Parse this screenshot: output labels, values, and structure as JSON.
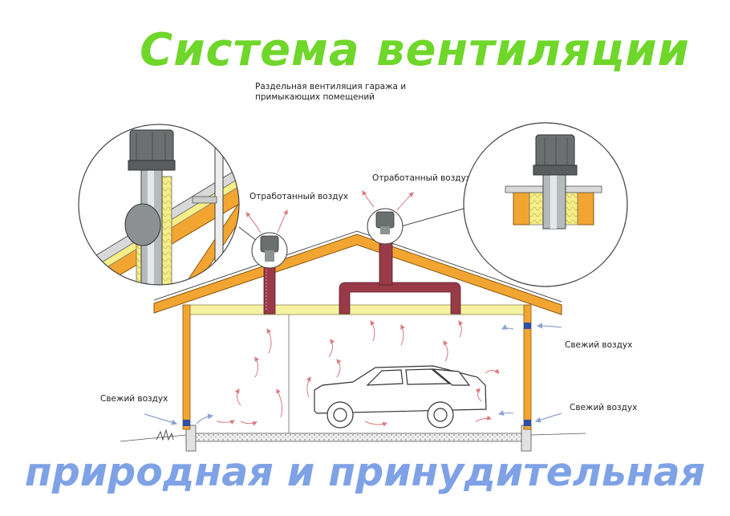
{
  "title": "Система вентиляции",
  "subtitle": "природная и принудительная",
  "caption_line1": "Раздельная вентиляция гаража и",
  "caption_line2": "примыкающих помещений",
  "exhaust_left": "Отработанный воздух",
  "exhaust_right": "Отработанный воздух",
  "fresh_left": "Свежий воздух",
  "fresh_right_upper": "Свежий воздух",
  "fresh_right_lower": "Свежий воздух",
  "colors": {
    "title_green": "#6FD62A",
    "subtitle_blue": "#7FA2E6",
    "timber": "#F3A532",
    "pipe": "#9A3A48",
    "vent_cap": "#6B6F70",
    "arrow": "#A8B7D8",
    "insulation": "#F6EE86",
    "ceiling": "#F7F1A2"
  }
}
